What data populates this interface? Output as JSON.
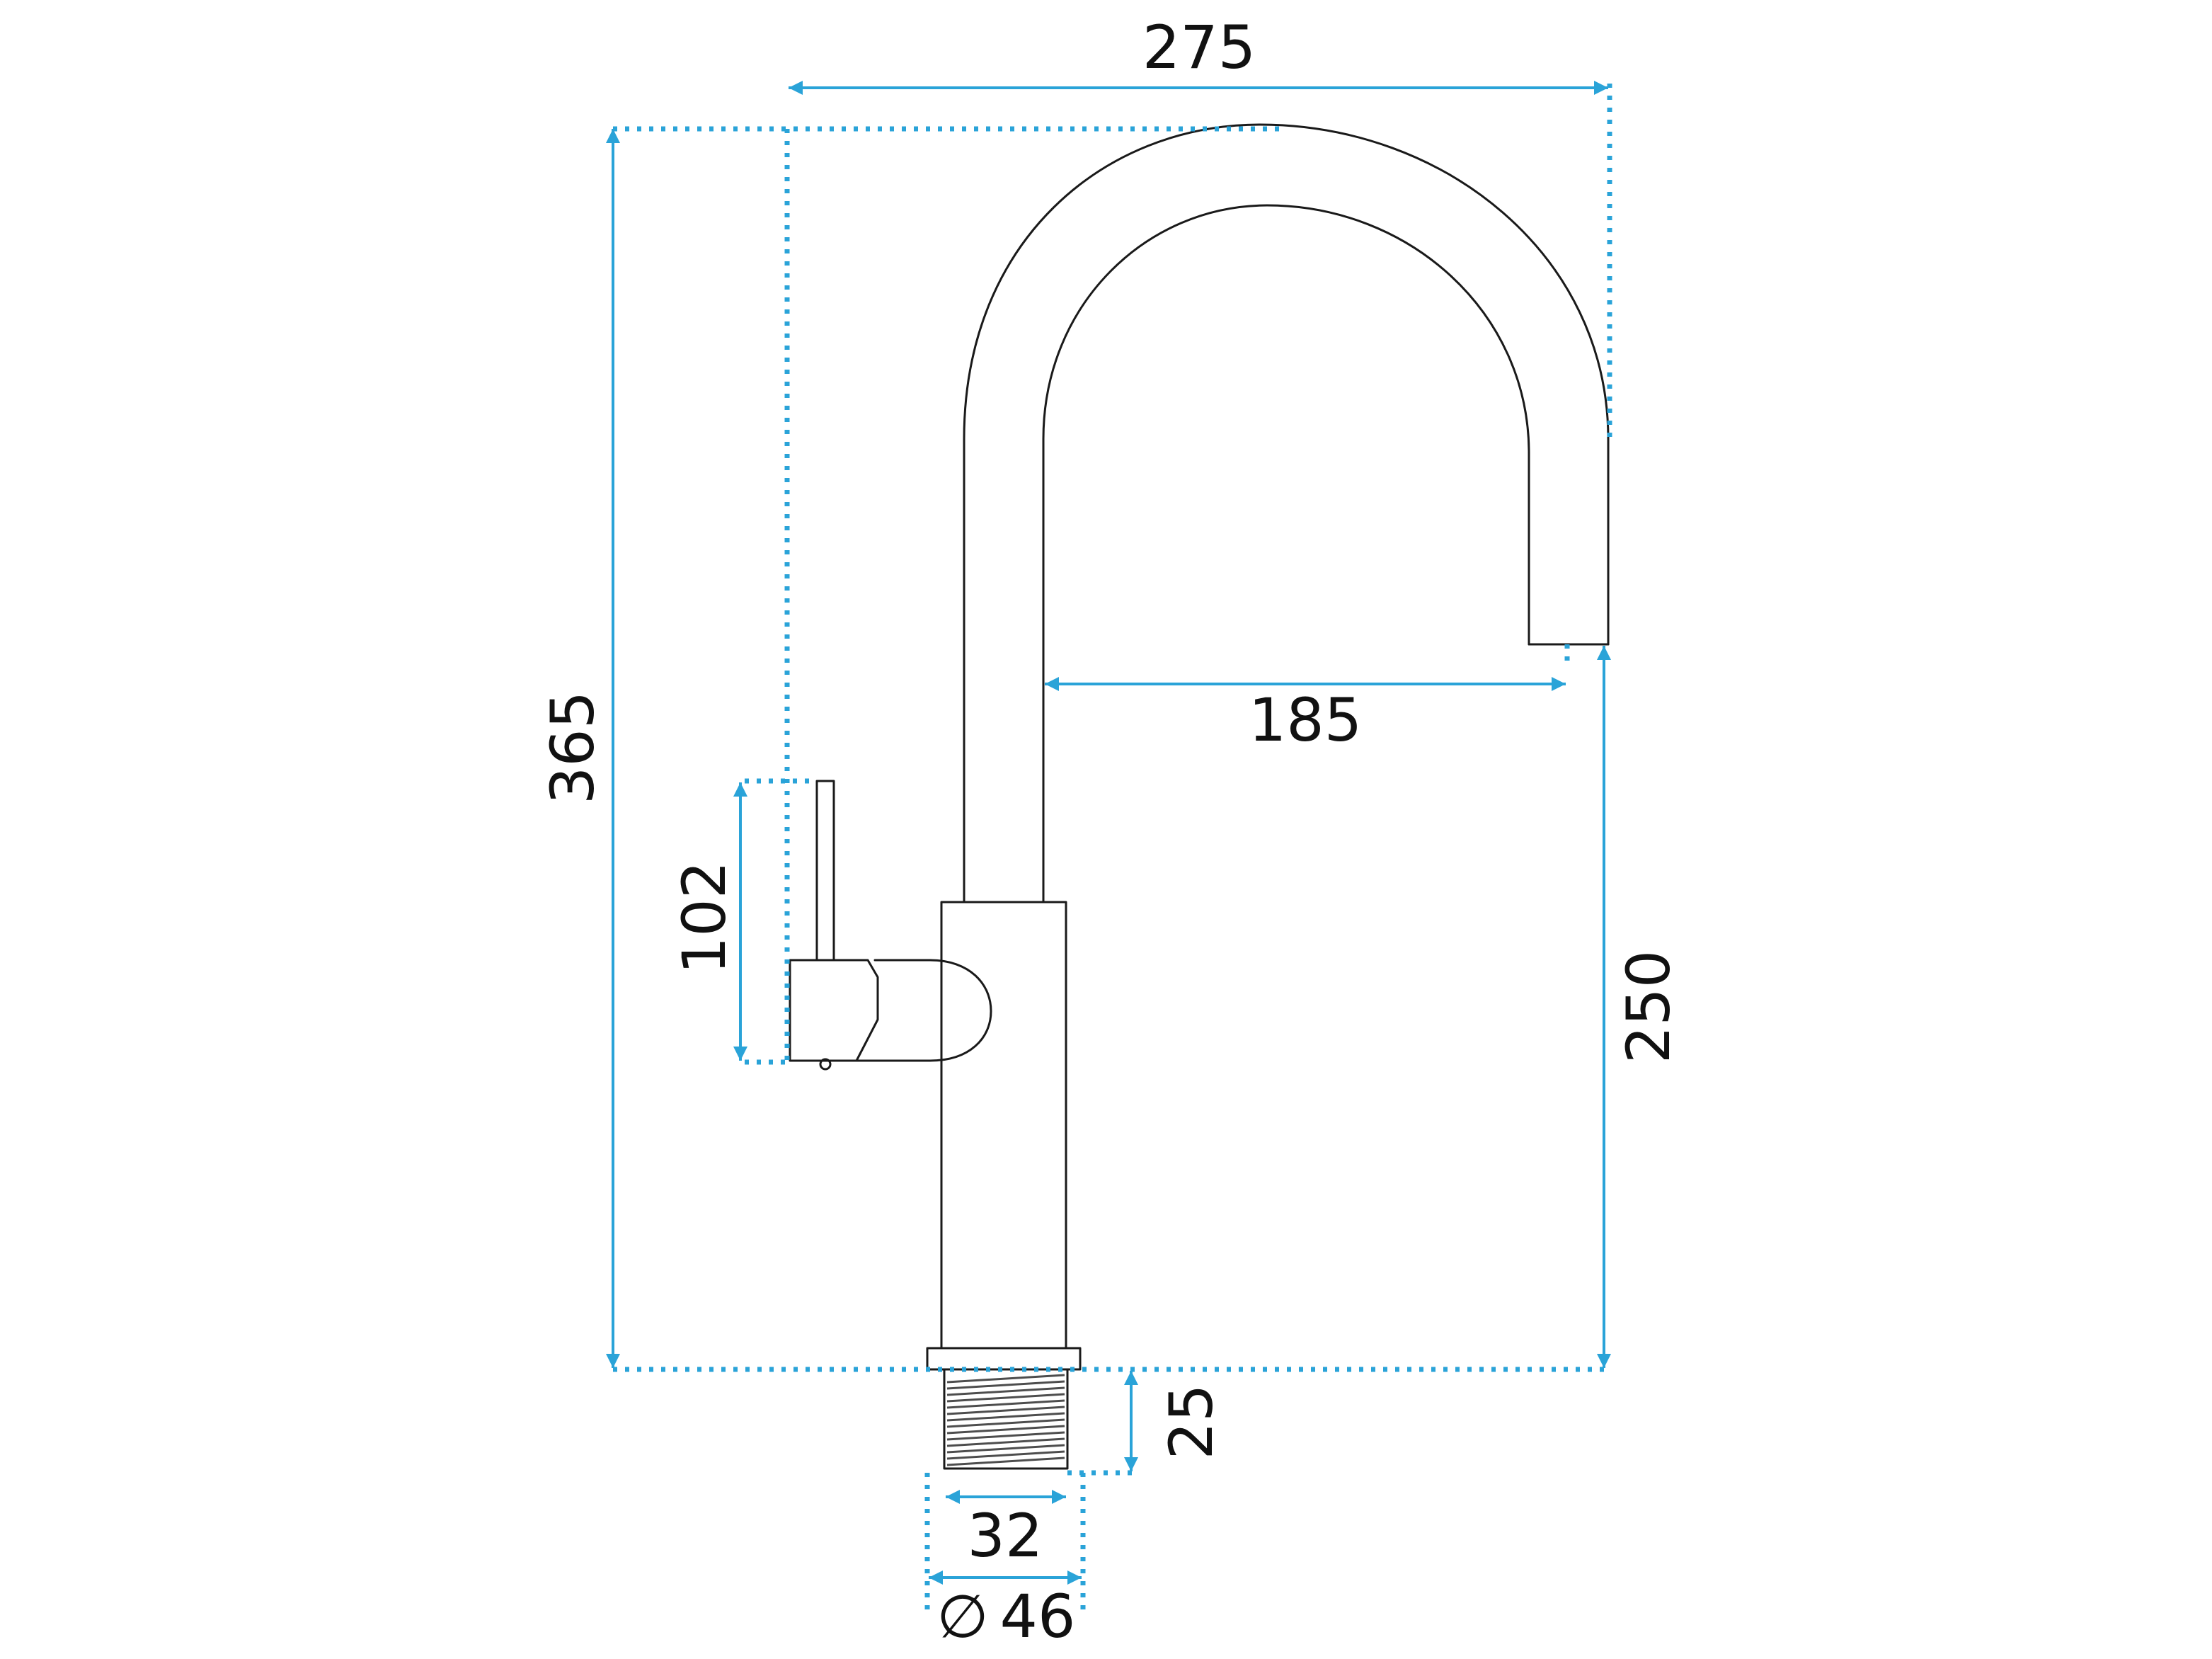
{
  "colors": {
    "dimension": "#2aa3d8",
    "outline": "#1a1a1a",
    "background": "#ffffff"
  },
  "dimensions": {
    "spout_reach_total": "275",
    "total_height": "365",
    "spout_reach_inner": "185",
    "lever_height": "102",
    "outlet_height": "250",
    "thread_length": "25",
    "thread_diameter": "32",
    "base_diameter_symbol": "∅",
    "base_diameter": "46"
  }
}
